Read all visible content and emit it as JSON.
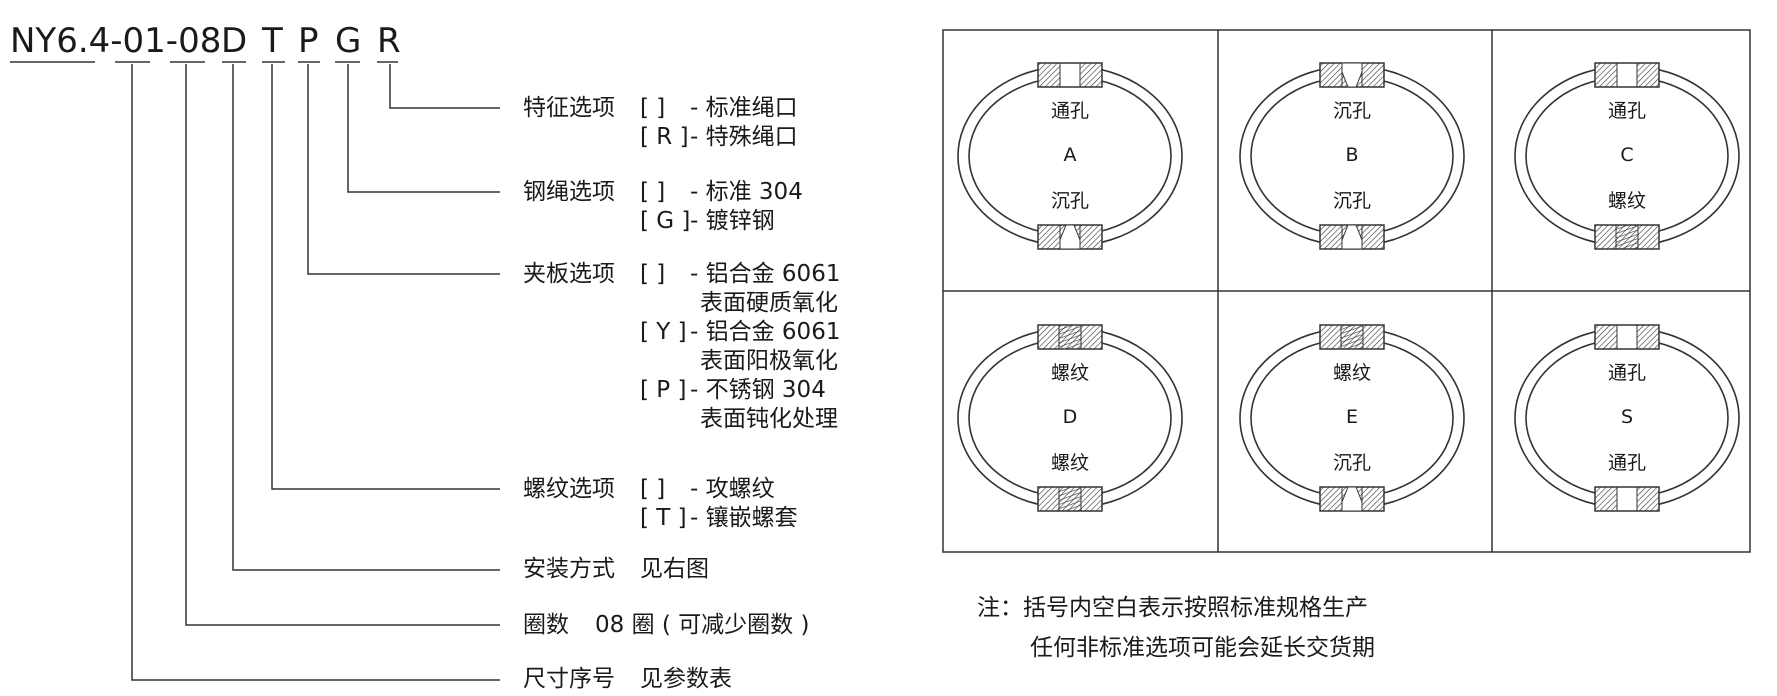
{
  "code": {
    "prefix": "NY6.4-01-08",
    "d": "D",
    "t": "T",
    "p": "P",
    "g": "G",
    "r": "R"
  },
  "options": [
    {
      "title": "特征选项",
      "entries": [
        {
          "code": "[    ]",
          "desc": "- 标准绳口"
        },
        {
          "code": "[ R ]",
          "desc": "- 特殊绳口"
        }
      ]
    },
    {
      "title": "钢绳选项",
      "entries": [
        {
          "code": "[    ]",
          "desc": "- 标准 304"
        },
        {
          "code": "[ G ]",
          "desc": "- 镀锌钢"
        }
      ]
    },
    {
      "title": "夹板选项",
      "entries": [
        {
          "code": "[    ]",
          "desc": "- 铝合金 6061",
          "desc2": "表面硬质氧化"
        },
        {
          "code": "[ Y ]",
          "desc": "- 铝合金 6061",
          "desc2": "表面阳极氧化"
        },
        {
          "code": "[ P ]",
          "desc": "- 不锈钢 304",
          "desc2": "表面钝化处理"
        }
      ]
    },
    {
      "title": "螺纹选项",
      "entries": [
        {
          "code": "[    ]",
          "desc": "- 攻螺纹"
        },
        {
          "code": "[ T ]",
          "desc": "- 镶嵌螺套"
        }
      ]
    }
  ],
  "install": {
    "title": "安装方式",
    "value": "见右图"
  },
  "turns": {
    "title": "圈数",
    "value": "08 圈 ( 可减少圈数 )"
  },
  "size": {
    "title": "尺寸序号",
    "value": "见参数表"
  },
  "mounts": [
    {
      "letter": "A",
      "top": "通孔",
      "bottom": "沉孔",
      "top_type": "through",
      "bottom_type": "counterbore"
    },
    {
      "letter": "B",
      "top": "沉孔",
      "bottom": "沉孔",
      "top_type": "counterbore",
      "bottom_type": "counterbore"
    },
    {
      "letter": "C",
      "top": "通孔",
      "bottom": "螺纹",
      "top_type": "through",
      "bottom_type": "thread"
    },
    {
      "letter": "D",
      "top": "螺纹",
      "bottom": "螺纹",
      "top_type": "thread",
      "bottom_type": "thread"
    },
    {
      "letter": "E",
      "top": "螺纹",
      "bottom": "沉孔",
      "top_type": "thread",
      "bottom_type": "counterbore"
    },
    {
      "letter": "S",
      "top": "通孔",
      "bottom": "通孔",
      "top_type": "through",
      "bottom_type": "through"
    }
  ],
  "note": {
    "line1": "注：括号内空白表示按照标准规格生产",
    "line2": "任何非标准选项可能会延长交货期"
  },
  "colors": {
    "line": "#333333",
    "text": "#1a1a1a",
    "background": "#ffffff"
  }
}
